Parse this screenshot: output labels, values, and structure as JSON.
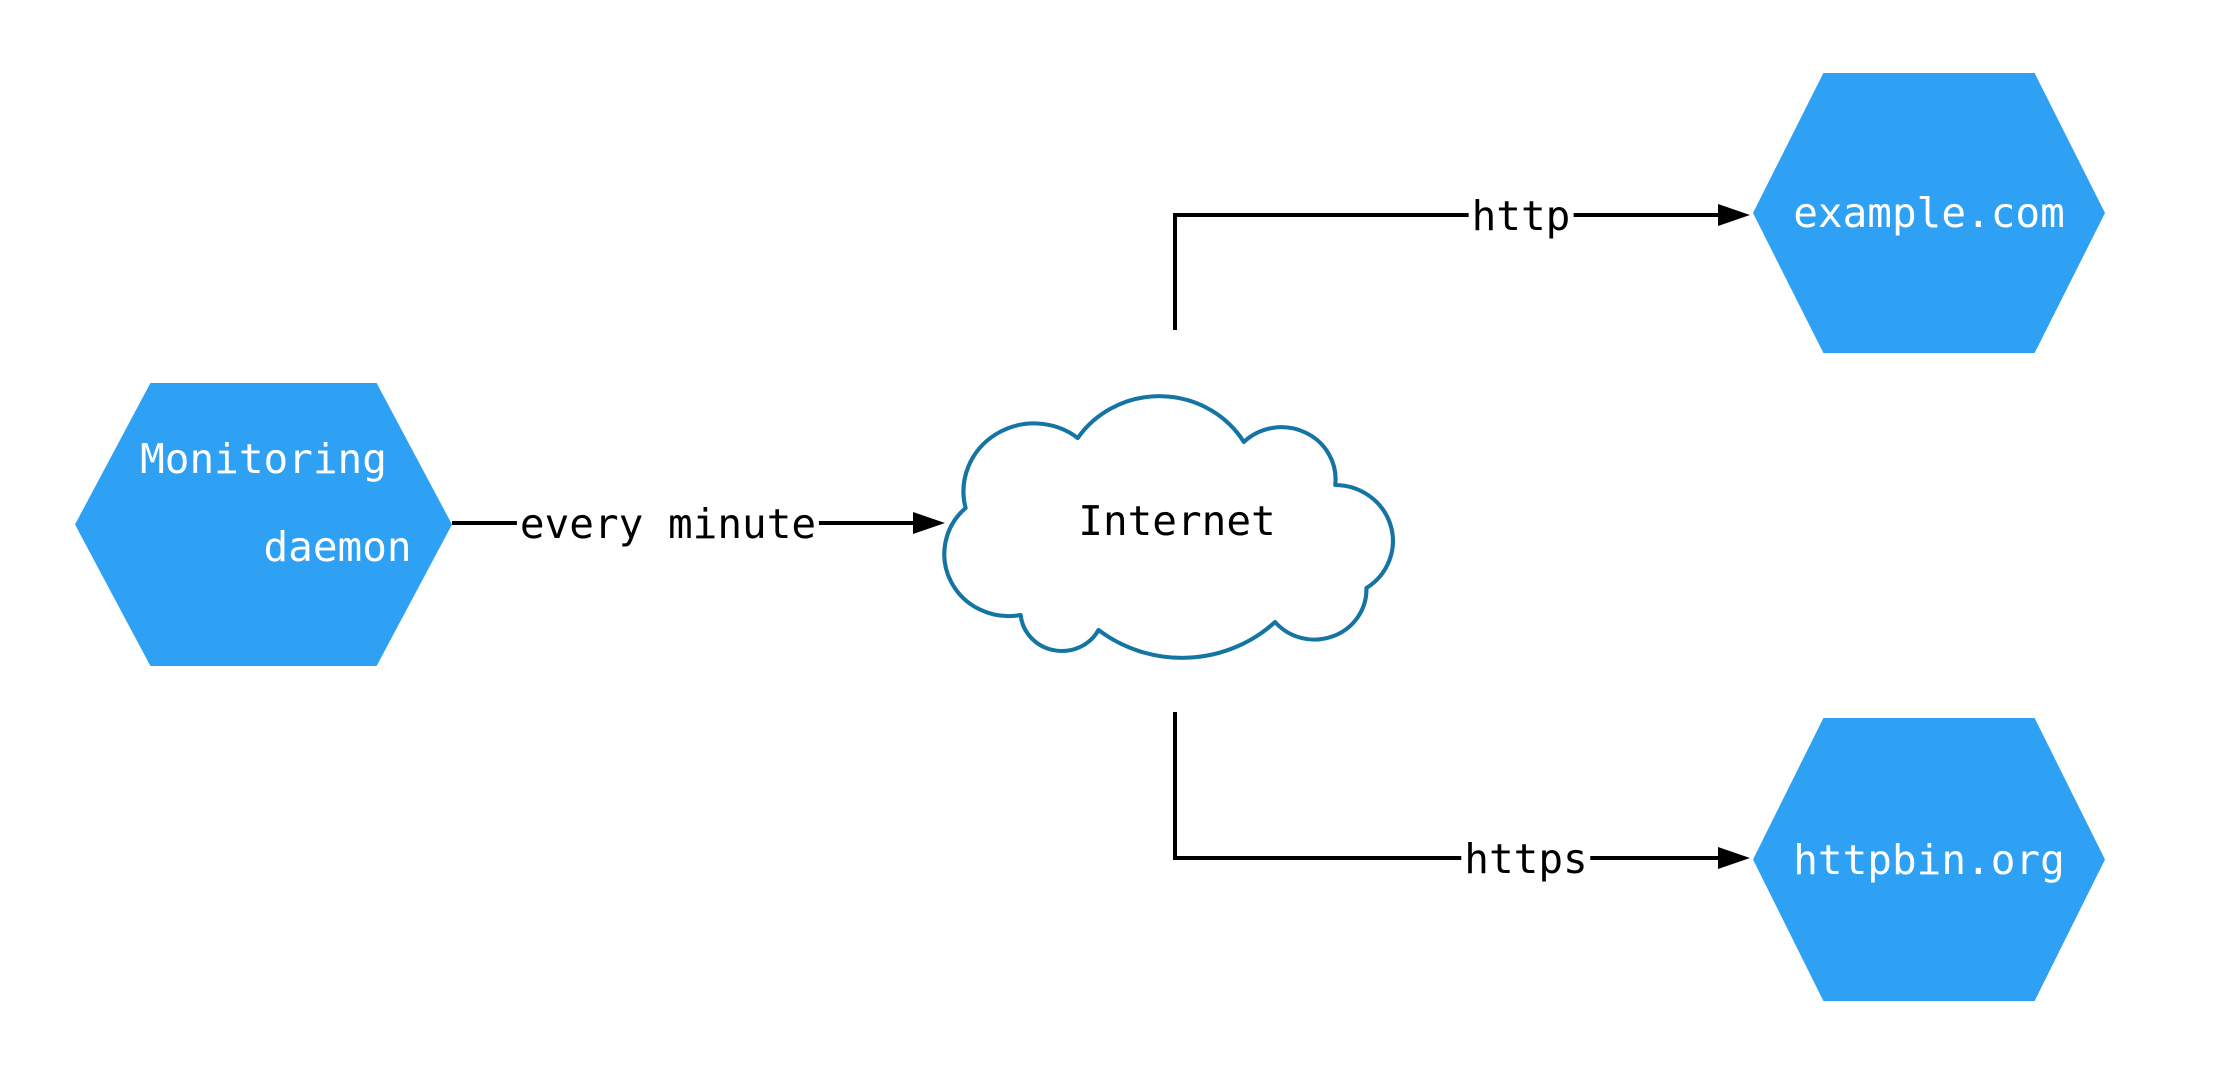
{
  "diagram": {
    "type": "network-diagram",
    "background_color": "#FFFFFF",
    "node_fill_color": "#2EA1F4",
    "cloud_stroke_color": "#1474A4",
    "edge_color": "#000000",
    "nodes": [
      {
        "id": "monitoring-daemon",
        "shape": "hexagon",
        "label": "Monitoring daemon",
        "label_lines": [
          "Monitoring",
          "daemon"
        ],
        "fill": "#2EA1F4",
        "text_color": "#FFFFFF"
      },
      {
        "id": "internet",
        "shape": "cloud",
        "label": "Internet",
        "fill": "#FFFFFF",
        "stroke": "#1474A4",
        "text_color": "#000000"
      },
      {
        "id": "example-com",
        "shape": "hexagon",
        "label": "example.com",
        "fill": "#2EA1F4",
        "text_color": "#FFFFFF"
      },
      {
        "id": "httpbin-org",
        "shape": "hexagon",
        "label": "httpbin.org",
        "fill": "#2EA1F4",
        "text_color": "#FFFFFF"
      }
    ],
    "edges": [
      {
        "from": "monitoring-daemon",
        "to": "internet",
        "label": "every minute",
        "color": "#000000"
      },
      {
        "from": "internet",
        "to": "example-com",
        "label": "http",
        "color": "#000000"
      },
      {
        "from": "internet",
        "to": "httpbin-org",
        "label": "https",
        "color": "#000000"
      }
    ]
  }
}
